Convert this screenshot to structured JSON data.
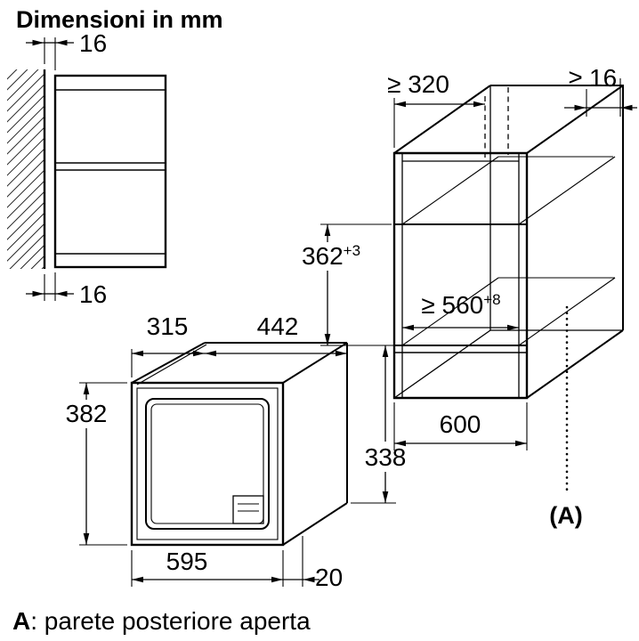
{
  "title": "Dimensioni in mm",
  "left_section": {
    "gap_top": "16",
    "gap_bottom": "16"
  },
  "niche": {
    "depth_min": "≥ 320",
    "rear_gap_min": "≥ 16",
    "height": "362",
    "height_tol": "+3",
    "width_min": "≥ 560",
    "width_tol": "+8",
    "cabinet_width": "600",
    "rear_label": "(A)"
  },
  "appliance": {
    "depth": "315",
    "top_width": "442",
    "frame_height": "382",
    "body_height": "338",
    "frame_width": "595",
    "frame_depth": "20"
  },
  "caption": {
    "label": "A",
    "text": ": parete posteriore aperta"
  },
  "colors": {
    "line": "#000000",
    "background": "#ffffff"
  }
}
